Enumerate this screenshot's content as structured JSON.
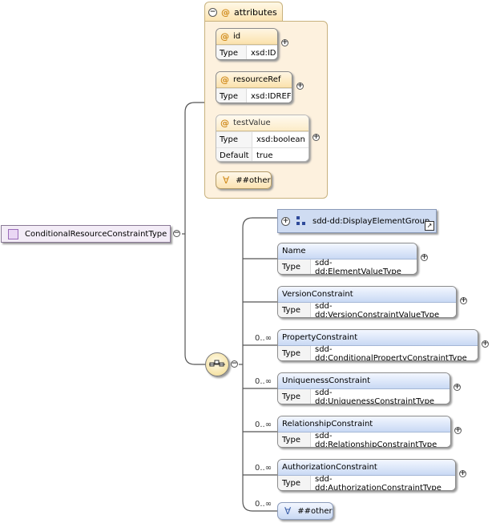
{
  "root": {
    "name": "ConditionalResourceConstraintType"
  },
  "attributes_group": {
    "label": "attributes",
    "type_key": "Type",
    "default_key": "Default",
    "items": [
      {
        "name": "id",
        "type": "xsd:ID"
      },
      {
        "name": "resourceRef",
        "type": "xsd:IDREF"
      },
      {
        "name": "testValue",
        "type": "xsd:boolean",
        "default": "true"
      }
    ],
    "any_attribute": "##other"
  },
  "sequence": {
    "group_ref": "sdd-dd:DisplayElementGroup",
    "type_key": "Type",
    "elements": [
      {
        "name": "Name",
        "type": "sdd-dd:ElementValueType",
        "cardinality": ""
      },
      {
        "name": "VersionConstraint",
        "type": "sdd-dd:VersionConstraintValueType",
        "cardinality": ""
      },
      {
        "name": "PropertyConstraint",
        "type": "sdd-dd:ConditionalPropertyConstraintType",
        "cardinality": "0..∞"
      },
      {
        "name": "UniquenessConstraint",
        "type": "sdd-dd:UniquenessConstraintType",
        "cardinality": "0..∞"
      },
      {
        "name": "RelationshipConstraint",
        "type": "sdd-dd:RelationshipConstraintType",
        "cardinality": "0..∞"
      },
      {
        "name": "AuthorizationConstraint",
        "type": "sdd-dd:AuthorizationConstraintType",
        "cardinality": "0..∞"
      }
    ],
    "any_element": {
      "label": "##other",
      "cardinality": "0..∞"
    }
  },
  "icons": {
    "attribute": "@",
    "any": "∀",
    "expand": "+",
    "collapse": "−",
    "shortcut": "↗"
  }
}
